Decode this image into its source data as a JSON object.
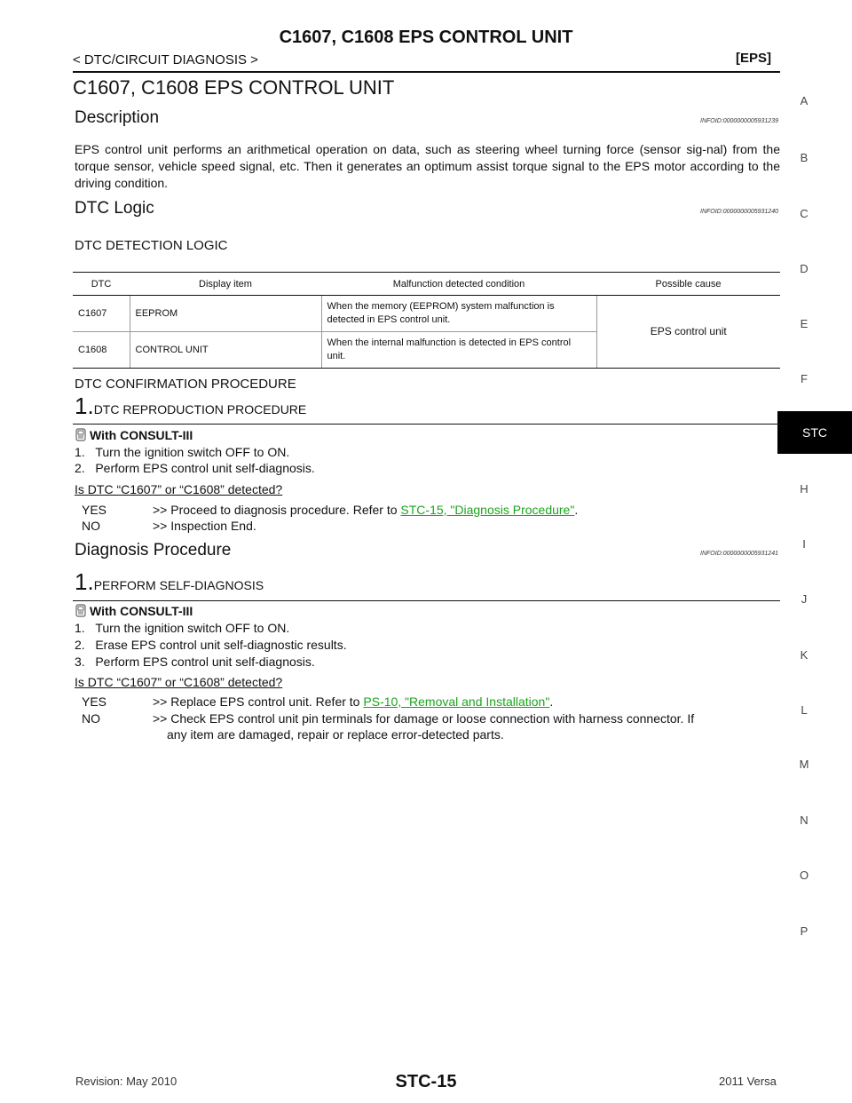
{
  "header": {
    "title": "C1607, C1608 EPS CONTROL UNIT",
    "breadcrumb": "< DTC/CIRCUIT DIAGNOSIS >",
    "section_tag": "[EPS]"
  },
  "sidebar": {
    "letters": [
      "A",
      "B",
      "C",
      "D",
      "E",
      "F",
      "H",
      "I",
      "J",
      "K",
      "L",
      "M",
      "N",
      "O",
      "P"
    ],
    "active": "STC"
  },
  "main": {
    "title": "C1607, C1608 EPS CONTROL UNIT",
    "description": {
      "heading": "Description",
      "infoid": "INFOID:0000000005931239",
      "text": "EPS control unit performs an arithmetical operation on data, such as steering wheel turning force (sensor sig-nal) from the torque sensor, vehicle speed signal, etc. Then it generates an optimum assist torque signal to the EPS motor according to the driving condition."
    },
    "dtc_logic": {
      "heading": "DTC Logic",
      "infoid": "INFOID:0000000005931240",
      "detection_heading": "DTC DETECTION LOGIC",
      "table": {
        "headers": [
          "DTC",
          "Display item",
          "Malfunction detected condition",
          "Possible cause"
        ],
        "rows": [
          {
            "dtc": "C1607",
            "display": "EEPROM",
            "condition": "When the memory (EEPROM) system malfunction is detected in EPS control unit."
          },
          {
            "dtc": "C1608",
            "display": "CONTROL UNIT",
            "condition": "When the internal malfunction is detected in EPS control unit."
          }
        ],
        "possible_cause": "EPS control unit"
      },
      "confirmation_heading": "DTC CONFIRMATION PROCEDURE",
      "step": {
        "number": "1.",
        "title": "DTC REPRODUCTION PROCEDURE",
        "mode": "With CONSULT-III",
        "items": [
          "1.   Turn the ignition switch OFF to ON.",
          "2.   Perform EPS control unit self-diagnosis."
        ],
        "question": "Is DTC “C1607” or “C1608” detected?",
        "yes_key": "YES",
        "yes_text": ">> Proceed to diagnosis procedure. Refer to ",
        "yes_link": "STC-15, \"Diagnosis Procedure\"",
        "no_key": "NO",
        "no_text": ">> Inspection End."
      }
    },
    "diagnosis": {
      "heading": "Diagnosis Procedure",
      "infoid": "INFOID:0000000005931241",
      "step": {
        "number": "1.",
        "title": "PERFORM SELF-DIAGNOSIS",
        "mode": "With CONSULT-III",
        "items": [
          "1.   Turn the ignition switch OFF to ON.",
          "2.   Erase EPS control unit self-diagnostic results.",
          "3.   Perform EPS control unit self-diagnosis."
        ],
        "question": "Is DTC “C1607” or “C1608” detected?",
        "yes_key": "YES",
        "yes_text": ">> Replace EPS control unit. Refer to ",
        "yes_link": "PS-10, \"Removal and Installation\"",
        "no_key": "NO",
        "no_text_1": ">> Check EPS control unit pin terminals for damage or loose connection with harness connector. If",
        "no_text_2": "any item are damaged, repair or replace error-detected parts."
      }
    }
  },
  "footer": {
    "revision": "Revision: May 2010",
    "page": "STC-15",
    "model": "2011 Versa"
  },
  "colors": {
    "link": "#1aa51a",
    "tab_bg": "#000000"
  }
}
